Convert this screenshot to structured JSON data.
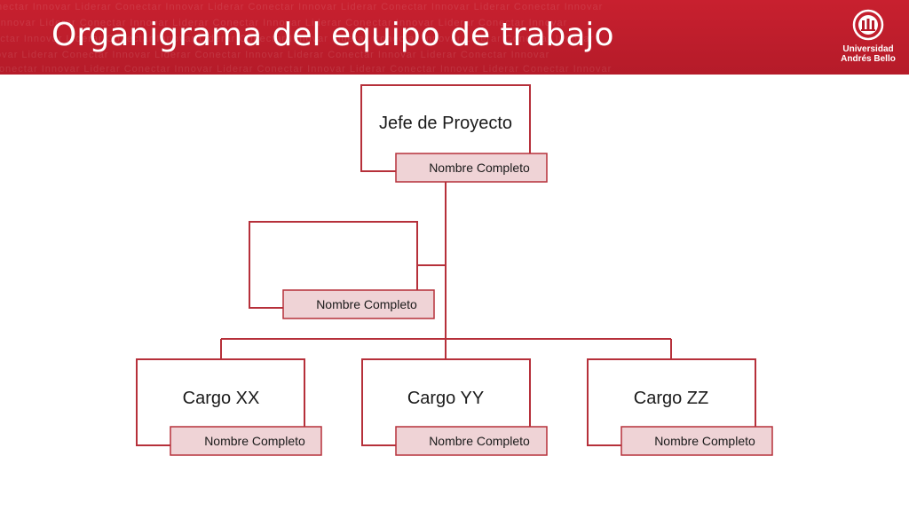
{
  "header": {
    "title": "Organigrama del equipo de trabajo",
    "watermark_words": [
      "Conectar",
      "Innovar",
      "Liderar"
    ],
    "bg_color": "#c8202f"
  },
  "logo": {
    "line1": "Universidad",
    "line2": "Andrés Bello",
    "icon": "university-emblem-icon"
  },
  "org_chart": {
    "root": {
      "title": "Jefe de Proyecto",
      "name": "Nombre Completo"
    },
    "assistant": {
      "title": "",
      "name": "Nombre Completo"
    },
    "subordinates": [
      {
        "title": "Cargo XX",
        "name": "Nombre Completo"
      },
      {
        "title": "Cargo YY",
        "name": "Nombre Completo"
      },
      {
        "title": "Cargo ZZ",
        "name": "Nombre Completo"
      }
    ],
    "colors": {
      "border": "#b6303a",
      "tag_fill": "#efd3d6"
    }
  }
}
